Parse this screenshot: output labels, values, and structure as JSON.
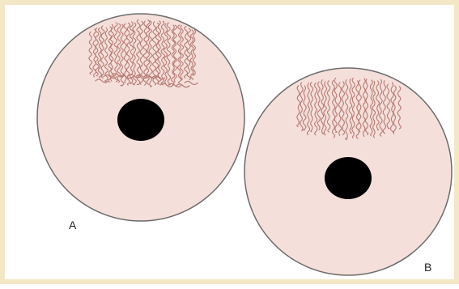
{
  "colors": {
    "frame_border": "#f3e7c6",
    "cell_fill": "#f4dfdb",
    "cell_stroke": "#6b6b6b",
    "nucleus": "#000000",
    "fibers": "#b77a72",
    "text": "#222222"
  },
  "figure": {
    "cells": [
      {
        "id": "A",
        "label": "A",
        "fiber_style": "domed cap with short curly fibers"
      },
      {
        "id": "B",
        "label": "B",
        "fiber_style": "flat-topped tuft of straight wavy fibers"
      }
    ]
  }
}
